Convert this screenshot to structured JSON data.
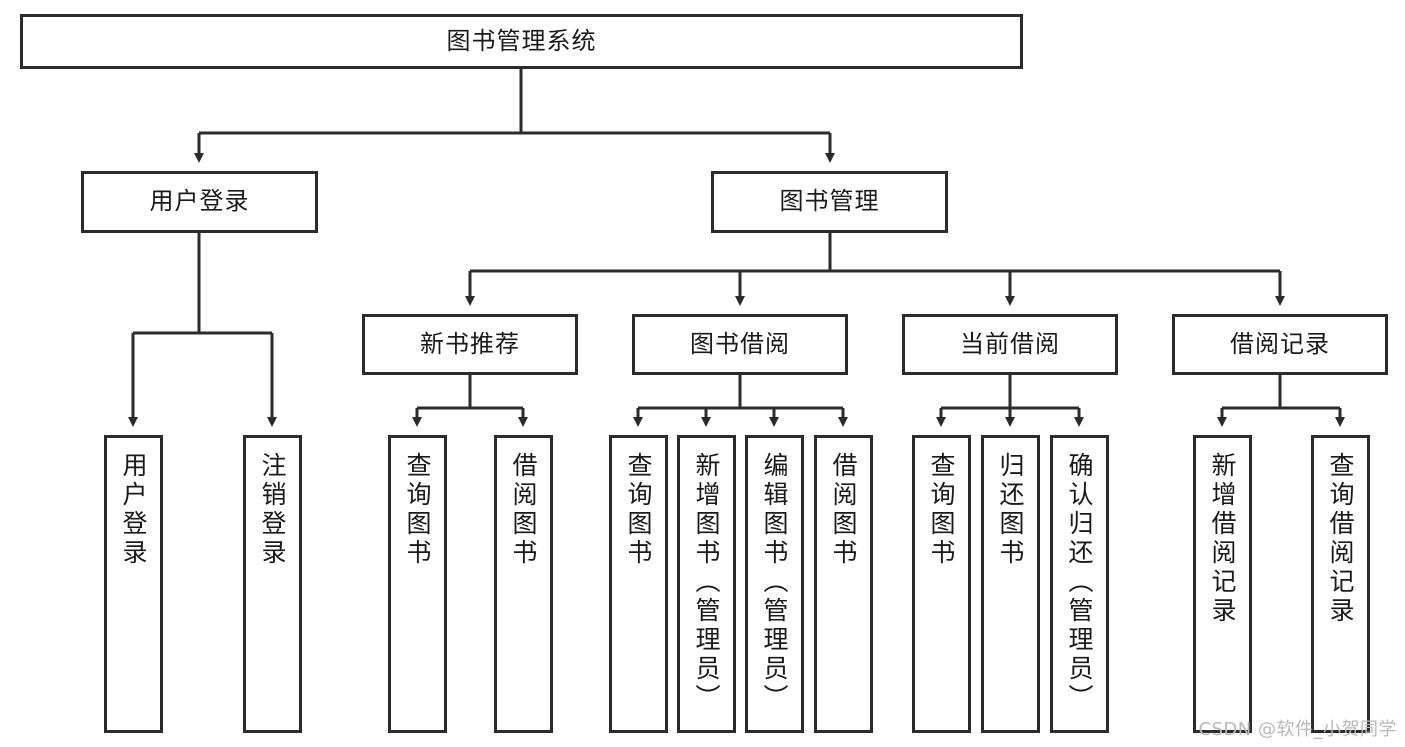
{
  "diagram": {
    "type": "tree",
    "title": "图书管理系统",
    "root": {
      "label": "图书管理系统"
    },
    "level1": [
      {
        "label": "用户登录"
      },
      {
        "label": "图书管理"
      }
    ],
    "level2": [
      {
        "label": "新书推荐"
      },
      {
        "label": "图书借阅"
      },
      {
        "label": "当前借阅"
      },
      {
        "label": "借阅记录"
      }
    ],
    "leaves": {
      "user_login": [
        {
          "label": "用户登录"
        },
        {
          "label": "注销登录"
        }
      ],
      "new_book_recommend": [
        {
          "label": "查询图书"
        },
        {
          "label": "借阅图书"
        }
      ],
      "book_borrow": [
        {
          "label": "查询图书"
        },
        {
          "label": "新增图书（管理员）"
        },
        {
          "label": "编辑图书（管理员）"
        },
        {
          "label": "借阅图书"
        }
      ],
      "current_borrow": [
        {
          "label": "查询图书"
        },
        {
          "label": "归还图书"
        },
        {
          "label": "确认归还（管理员）"
        }
      ],
      "borrow_record": [
        {
          "label": "新增借阅记录"
        },
        {
          "label": "查询借阅记录"
        }
      ]
    }
  },
  "watermark": {
    "text": "CSDN @软件_小贺同学"
  },
  "colors": {
    "stroke": "#2b2b2b",
    "fill": "#ffffff",
    "text": "#1a1a1a",
    "watermark": "#b8b8b8"
  }
}
